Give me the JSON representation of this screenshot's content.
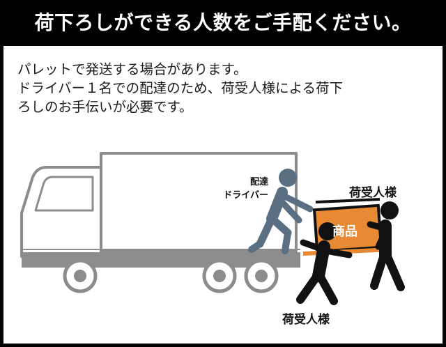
{
  "header": {
    "title": "荷下ろしができる人数をご手配ください。"
  },
  "notice": {
    "lines": [
      "パレットで発送する場合があります。",
      "ドライバー１名での配達のため、荷受人様による荷下",
      "ろしのお手伝いが必要です。"
    ]
  },
  "illustration": {
    "driver_label_line1": "配達",
    "driver_label_line2": "ドライバー",
    "recipient_label_top": "荷受人様",
    "recipient_label_bottom": "荷受人様",
    "box_label": "商品",
    "colors": {
      "truck_outline": "#8c8c8c",
      "driver": "#5a6f82",
      "recipient": "#111111",
      "box": "#e88a33"
    }
  }
}
